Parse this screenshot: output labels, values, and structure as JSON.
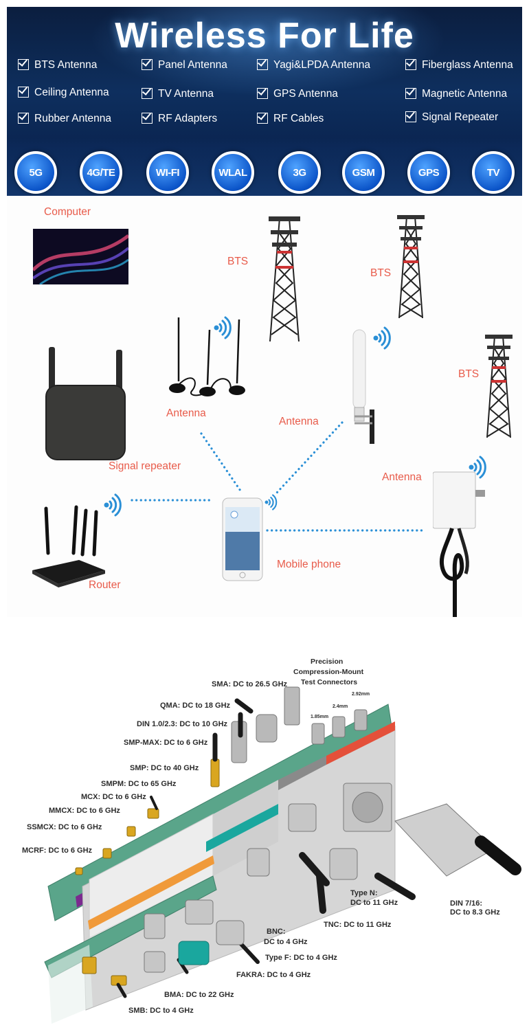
{
  "banner": {
    "title": "Wireless For Life",
    "features": [
      "BTS Antenna",
      "Panel Antenna",
      "Yagi&LPDA Antenna",
      "Fiberglass Antenna",
      "Ceiling Antenna",
      "TV Antenna",
      "GPS Antenna",
      "Magnetic Antenna",
      "Rubber Antenna",
      "RF Adapters",
      "RF Cables",
      "Signal Repeater"
    ],
    "badges": [
      "5G",
      "4G/TE",
      "WI-FI",
      "WLAL",
      "3G",
      "GSM",
      "GPS",
      "TV"
    ]
  },
  "network": {
    "computer": "Computer",
    "bts_1": "BTS",
    "bts_2": "BTS",
    "bts_3": "BTS",
    "antenna_magnetic": "Antenna",
    "antenna_fiberglass": "Antenna",
    "antenna_panel": "Antenna",
    "signal_repeater": "Signal repeater",
    "router": "Router",
    "mobile_phone": "Mobile phone",
    "label_color": "#e85b4a",
    "link_color": "#2a8fd6"
  },
  "connectors": {
    "precision_title_1": "Precision",
    "precision_title_2": "Compression-Mount",
    "precision_title_3": "Test Connectors",
    "size_185": "1.85mm",
    "size_24": "2.4mm",
    "size_292": "2.92mm",
    "sma": "SMA: DC to 26.5 GHz",
    "qma": "QMA: DC to 18 GHz",
    "din_1023": "DIN 1.0/2.3: DC to 10 GHz",
    "smp_max": "SMP-MAX: DC to 6 GHz",
    "smp": "SMP: DC to 40 GHz",
    "smpm": "SMPM: DC to 65 GHz",
    "mcx": "MCX: DC to 6 GHz",
    "mmcx": "MMCX: DC to 6 GHz",
    "ssmcx": "SSMCX: DC to 6 GHz",
    "mcrf": "MCRF: DC to 6 GHz",
    "type_n_1": "Type N:",
    "type_n_2": "DC to 11 GHz",
    "din_716_1": "DIN 7/16:",
    "din_716_2": "DC to 8.3 GHz",
    "tnc": "TNC: DC to 11 GHz",
    "bnc_1": "BNC:",
    "bnc_2": "DC to 4 GHz",
    "type_f": "Type F: DC to 4 GHz",
    "fakra": "FAKRA: DC to 4 GHz",
    "bma": "BMA: DC to 22 GHz",
    "smb": "SMB: DC to 4 GHz"
  }
}
